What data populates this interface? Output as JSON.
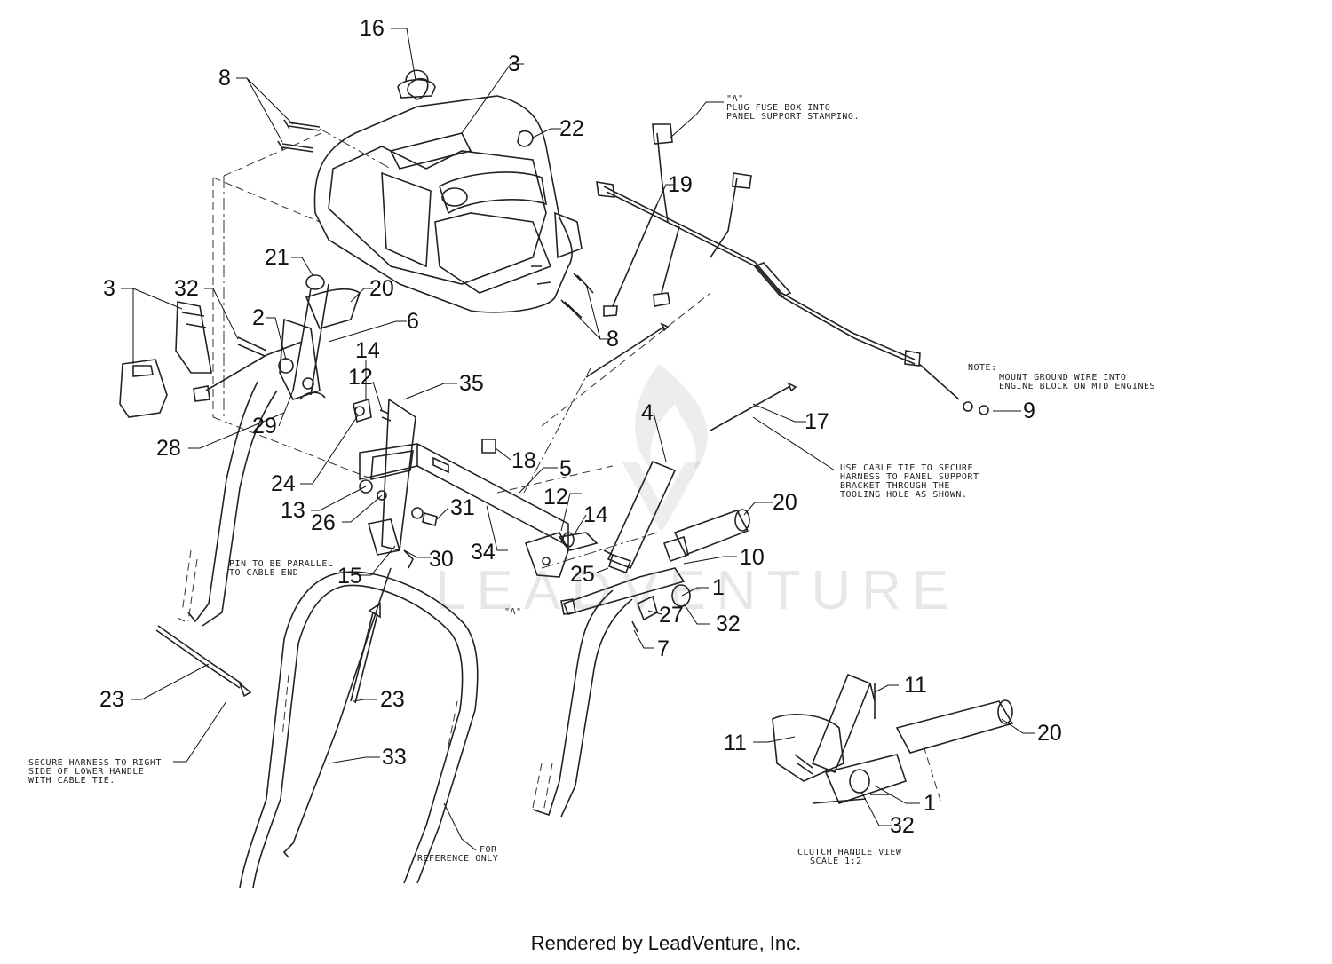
{
  "watermark": "LEADVENTURE",
  "footer": "Rendered by LeadVenture, Inc.",
  "notes": {
    "fuse_box": [
      "\"A\"",
      "PLUG FUSE BOX INTO",
      "PANEL SUPPORT STAMPING."
    ],
    "ground_wire": [
      "NOTE:",
      "MOUNT GROUND WIRE INTO",
      "ENGINE BLOCK ON MTD ENGINES"
    ],
    "cable_tie": [
      "USE CABLE TIE TO SECURE",
      "HARNESS TO PANEL SUPPORT",
      "BRACKET THROUGH THE",
      "TOOLING HOLE AS SHOWN."
    ],
    "pin": [
      "PIN TO BE PARALLEL",
      "TO CABLE END"
    ],
    "harness": [
      "SECURE HARNESS TO RIGHT",
      "SIDE OF LOWER HANDLE",
      "WITH CABLE TIE."
    ],
    "reference": [
      "FOR",
      "REFERENCE ONLY"
    ],
    "clutch_view": [
      "CLUTCH HANDLE VIEW",
      "SCALE 1:2"
    ],
    "view_a": "\"A\""
  },
  "callouts": [
    {
      "label": "16"
    },
    {
      "label": "3"
    },
    {
      "label": "8"
    },
    {
      "label": "22"
    },
    {
      "label": "19"
    },
    {
      "label": "21"
    },
    {
      "label": "3"
    },
    {
      "label": "32"
    },
    {
      "label": "20"
    },
    {
      "label": "2"
    },
    {
      "label": "6"
    },
    {
      "label": "8"
    },
    {
      "label": "14"
    },
    {
      "label": "12"
    },
    {
      "label": "35"
    },
    {
      "label": "9"
    },
    {
      "label": "4"
    },
    {
      "label": "17"
    },
    {
      "label": "28"
    },
    {
      "label": "29"
    },
    {
      "label": "18"
    },
    {
      "label": "5"
    },
    {
      "label": "24"
    },
    {
      "label": "13"
    },
    {
      "label": "26"
    },
    {
      "label": "12"
    },
    {
      "label": "31"
    },
    {
      "label": "14"
    },
    {
      "label": "20"
    },
    {
      "label": "30"
    },
    {
      "label": "34"
    },
    {
      "label": "10"
    },
    {
      "label": "15"
    },
    {
      "label": "25"
    },
    {
      "label": "1"
    },
    {
      "label": "27"
    },
    {
      "label": "32"
    },
    {
      "label": "7"
    },
    {
      "label": "23"
    },
    {
      "label": "23"
    },
    {
      "label": "11"
    },
    {
      "label": "11"
    },
    {
      "label": "20"
    },
    {
      "label": "33"
    },
    {
      "label": "1"
    },
    {
      "label": "32"
    }
  ]
}
